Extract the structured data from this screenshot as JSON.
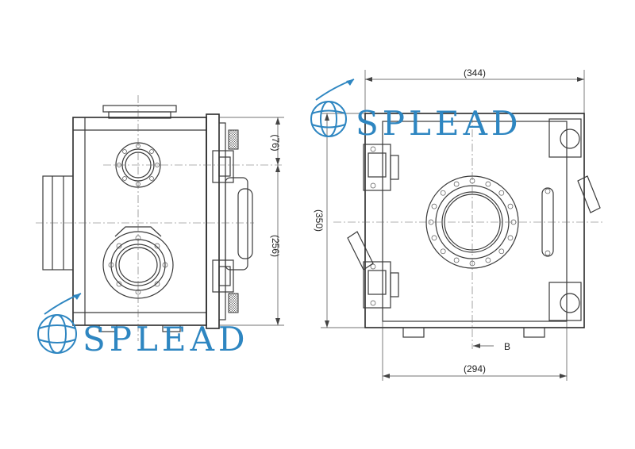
{
  "drawing": {
    "dimensions": {
      "top_width": "(344)",
      "bottom_width": "(294)",
      "height_total": "(350)",
      "height_upper": "(76)",
      "height_lower": "(256)"
    },
    "view_label": "B"
  },
  "logo": {
    "text": "SPLEAD",
    "color": "#2e86c1"
  }
}
